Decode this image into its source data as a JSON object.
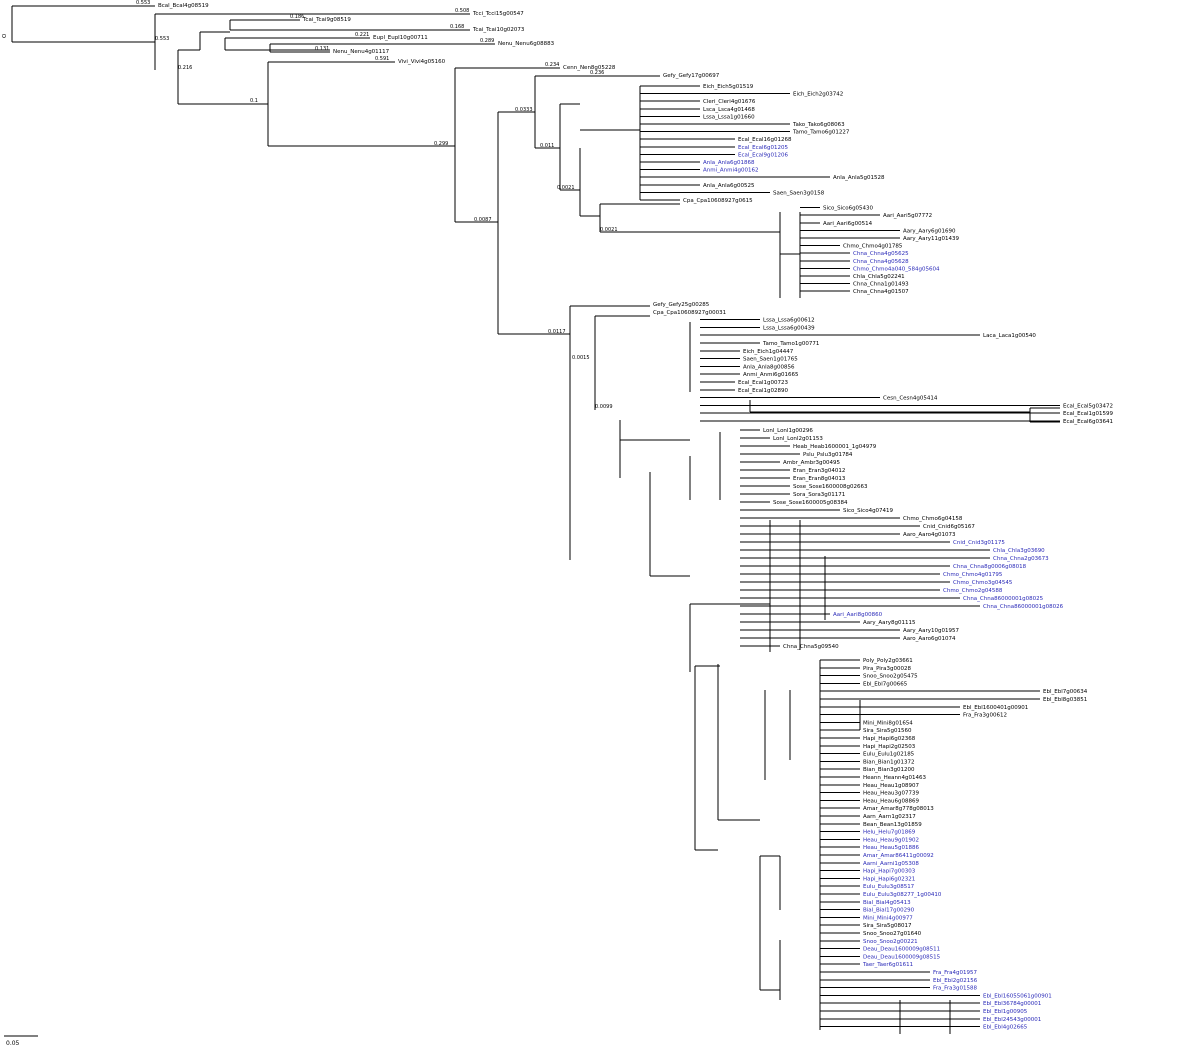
{
  "tree": {
    "root_label": "O",
    "scale_label": "0.05",
    "leaves_top": [
      {
        "name": "Bcal_Bcal4g08519",
        "value": "0.553"
      },
      {
        "name": "Tcci_Tcci15g00547",
        "value": "0.508"
      },
      {
        "name": "Tcai_Tcai9g08519",
        "value": "0.186"
      },
      {
        "name": "Tcai_Tcai10g02073",
        "value": "0.168"
      },
      {
        "name": "Eupl_Eupl10g00711",
        "value": "0.221"
      },
      {
        "name": "Nenu_Nenu6g08883",
        "value": "0.289"
      },
      {
        "name": "Nenu_Nenu4g01117",
        "value": "0.131"
      },
      {
        "name": "Vivi_Vivi4g05160",
        "value": "0.591"
      },
      {
        "name": "Cenn_Nen8g05228",
        "value": "0.234"
      },
      {
        "name": "Gefy_Gefy17g00697",
        "value": "0.236"
      }
    ],
    "leaves_block1": [
      "Eich_Eich5g01519",
      "Eich_Eich2g03742",
      "Cleri_Cleri4g01676",
      "Lsca_Lsca4g01468",
      "Lssa_Lssa1g01660",
      "Tako_Tako6g08063",
      "Tamo_Tamo6g01227",
      "Ecal_Ecal16g01268",
      "Ecal_Ecal6g01205",
      "Ecal_Ecal9g01206",
      "Anla_Anla6g01868",
      "Anmi_Anmi4g00162",
      "Anla_Anla5g01528",
      "Anla_Anla6g00525",
      "Saen_Saen3g0158",
      "Cpa_Cpa10608927g0615",
      "Sico_Sico6g05430",
      "Aari_Aari5g07772",
      "Aari_Aari6g00514",
      "Aary_Aary6g01690",
      "Aary_Aary11g01439",
      "Chmo_Chmo4g01785",
      "Chna_Chna4g05625",
      "Chna_Chna4g05628",
      "Chmo_Chmo4a040_584g05604",
      "Chla_Chla5g02241",
      "Chna_Chna1g01493",
      "Chna_Chna4g01507"
    ],
    "leaves_block2": [
      "Gefy_Gefy25g00285",
      "Cpa_Cpa10608927g00031",
      "Lssa_Lssa6g00612",
      "Lssa_Lssa6g00439",
      "Laca_Laca1g00540",
      "Tamo_Tamo1g00771",
      "Eich_Eich1g04447",
      "Saen_Saen1g01765",
      "Anla_Anla8g00856",
      "Anmi_Anmi6g01665",
      "Ecal_Ecal1g00723",
      "Ecal_Ecal1g02890",
      "Cesn_Cesn4g05414",
      "Ecal_Ecal5g03472",
      "Ecal_Ecal1g01599",
      "Ecal_Ecal6g03641"
    ],
    "leaves_block3": [
      "Lonl_Lonl1g00296",
      "Lonl_Lonl2g01153",
      "Heab_Heab1600001_1g04979",
      "Pslu_Pslu3g01784",
      "Ambr_Ambr3g00495",
      "Eran_Eran3g04012",
      "Eran_Eran8g04013",
      "Sose_Sose1600008g02663",
      "Sora_Sora3g01171",
      "Sose_Sose1600005g08384",
      "Sico_Sico4g07419",
      "Chmo_Chmo6g04158",
      "Cnid_Cnid6g05167",
      "Aaro_Aaro4g01073",
      "Cnid_Cnid3g01175",
      "Chla_Chla3g03690",
      "Chna_Chna2g03673",
      "Chna_Chna8g0006g08018",
      "Chmo_Chmo4g01795",
      "Chmo_Chmo3g04545",
      "Chmo_Chmo2g04588",
      "Chna_Chna86000001g08025",
      "Chna_Chna86000001g08026",
      "Aari_Aari8g00860",
      "Aary_Aary8g01115",
      "Aary_Aary10g01957",
      "Aaro_Aaro6g01074",
      "Chna_Chna5g09540"
    ],
    "leaves_block4": [
      "Poly_Poly2g03661",
      "Pira_Pira3g00028",
      "Snoo_Snoo2g05475",
      "Ebl_Ebl7g00665",
      "Ebl_Ebl7g00634",
      "Ebl_Ebl8g03851",
      "Ebl_Ebl1600401g00901",
      "Fra_Fra3g00612",
      "Mini_Mini8g01654",
      "Sira_Sira5g01560",
      "Hapi_Hapi6g02368",
      "Hapi_Hapi2g02503",
      "Eulu_Eulu1g02185",
      "Bian_Bian1g01372",
      "Bian_Bian3g01200",
      "Heann_Heann4g01463",
      "Heau_Heau1g08907",
      "Heau_Heau3g07739",
      "Heau_Heau6g08869",
      "Amar_Amar8g778g08013",
      "Aarn_Aarn1g02317",
      "Bean_Bean13g01859",
      "Helu_Helu7g01869",
      "Heau_Heau9g01902",
      "Heau_Heau5g01886",
      "Amar_Amar86411g00092",
      "Aarni_Aarni1g05308",
      "Hapi_Hapi7g00303",
      "Hapi_Hapi6g02321",
      "Eulu_Eulu3g08517",
      "Eulu_Eulu3g08277_1g00410",
      "Bial_Bial4g05413",
      "Bial_Bial17g00290",
      "Mini_Mini4g00977",
      "Sira_Sira5g08017",
      "Snoo_Snoo27g01640",
      "Snoo_Snoo2g00221",
      "Deau_Deau1600009g08511",
      "Deau_Deau1600009g08515",
      "Taer_Taer6g01611",
      "Fra_Fra4g01957",
      "Ebl_Ebl2g02156",
      "Fra_Fra3g01588",
      "Ebl_Ebl16055061g00901",
      "Ebl_Ebl36784g00001",
      "Ebl_Ebl1g00905",
      "Ebl_Ebl24543g00001",
      "Ebl_Ebl4g02665"
    ],
    "node_values": [
      "0.553",
      "0.216",
      "0.1",
      "0.299",
      "0.0087",
      "0.0333",
      "0.011",
      "0.0021",
      "0.0021",
      "0.0117",
      "0.0015",
      "0.0099"
    ]
  }
}
